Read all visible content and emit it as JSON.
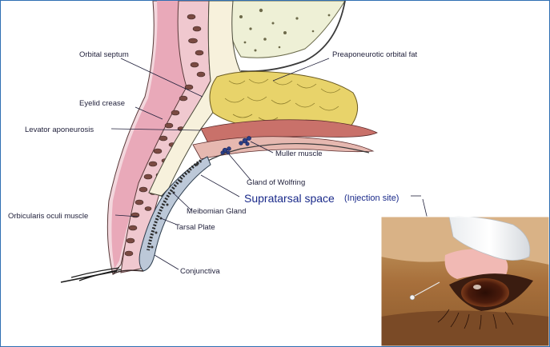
{
  "labels": {
    "orbital_septum": "Orbital septum",
    "preaponeurotic_fat": "Preaponeurotic orbital fat",
    "eyelid_crease": "Eyelid crease",
    "levator_aponeurosis": "Levator aponeurosis",
    "muller_muscle": "Muller muscle",
    "gland_of_wolfring": "Gland of Wolfring",
    "supratarsal_space": "Supratarsal space",
    "injection_site": "(Injection site)",
    "meibomian_gland": "Meibomian Gland",
    "orbicularis_oculi": "Orbicularis oculi muscle",
    "tarsal_plate": "Tarsal Plate",
    "conjunctiva": "Conjunctiva"
  },
  "colors": {
    "frame_border": "#2f6fb3",
    "skin_pink": "#e9a9b9",
    "muscle_brown": "#7a4a42",
    "fat_yellow": "#e8d36a",
    "tarsal_blue": "#bcc8d8",
    "gland_navy": "#2b3f86",
    "label_blue": "#1a2a8a"
  },
  "icons": {
    "eyelid_cross_section": "eyelid-cross-section-illustration",
    "clinical_photo": "clinical-injection-photo"
  }
}
